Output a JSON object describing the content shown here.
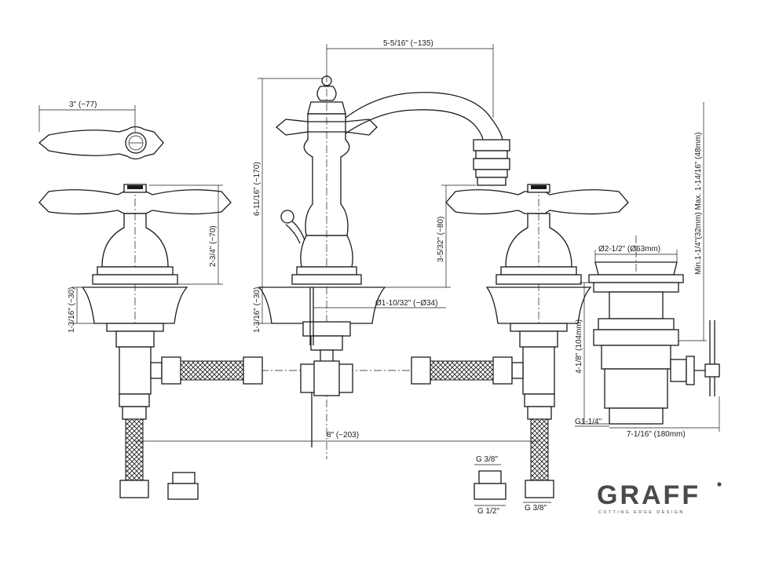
{
  "dimensions": {
    "spout_reach": "5-5/16\" (~135)",
    "lever_length": "3\" (~77)",
    "body_height": "6-11/16\" (~170)",
    "handle_height": "2-3/4\" (~70)",
    "spout_outlet_height": "3-5/32\" (~80)",
    "deck_thickness_left": "1-3/16\" (~30)",
    "deck_thickness_center": "1-3/16\" (~30)",
    "hole_diameter": "Ø1-10/32\" (~Ø34)",
    "center_spread": "8\" (~203)",
    "drain_head_diameter": "Ø2-1/2\" (Ø63mm)",
    "drain_height": "4-1/8\" (104mm)",
    "drain_deck_range": "Min.1-1/4\"(32mm) Max. 1-14/16\" (48mm)",
    "drain_thread": "G1-1/4\"",
    "drain_width": "7-1/16\" (180mm)",
    "adapter_top_thread": "G 3/8\"",
    "adapter_bottom_thread": "G 1/2\"",
    "hose_thread": "G 3/8\""
  },
  "logo": {
    "wordmark": "GRAFF",
    "tagline": "CUTTING EDGE DESIGN"
  }
}
